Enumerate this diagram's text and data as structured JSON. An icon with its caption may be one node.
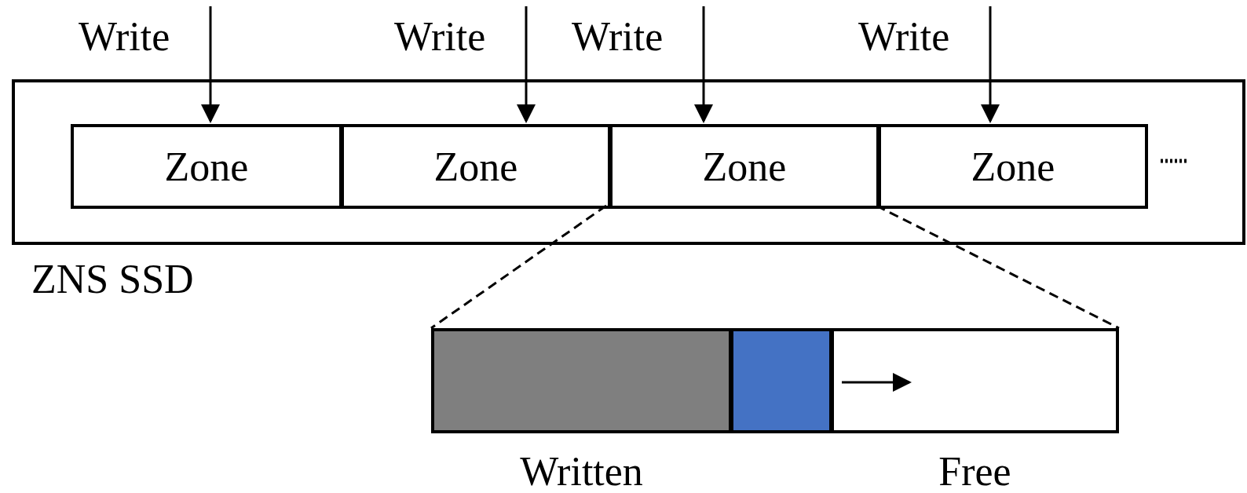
{
  "diagram": {
    "nodes": [
      {
        "text": [
          "Write"
        ]
      },
      {
        "text": [
          "Write"
        ]
      },
      {
        "text": [
          "Write"
        ]
      },
      {
        "text": [
          "Write"
        ]
      },
      {
        "text": [
          "ZNS SSD"
        ]
      },
      {
        "text": [
          "Zone"
        ],
        "in": 4
      },
      {
        "text": [
          "Zone"
        ],
        "in": 4
      },
      {
        "text": [
          "Zone"
        ],
        "in": 4
      },
      {
        "text": [
          "Zone"
        ],
        "in": 4
      },
      {
        "text": [],
        "shape": "bar"
      },
      {
        "text": [],
        "shape": "box",
        "beside": [
          "Written"
        ],
        "in": 9
      },
      {
        "text": [],
        "shape": "box",
        "in": 9
      },
      {
        "text": [],
        "shape": "box",
        "beside": [
          "Free"
        ],
        "in": 9
      }
    ],
    "edges": [
      {
        "from": 0,
        "to": 5,
        "arrow": "to"
      },
      {
        "from": 1,
        "to": 6,
        "arrow": "to"
      },
      {
        "from": 2,
        "to": 7,
        "arrow": "to"
      },
      {
        "from": 3,
        "to": 8,
        "arrow": "to"
      },
      {
        "from": 7,
        "to": 9,
        "arrow": "none",
        "style": "dashed"
      },
      {
        "from": 7,
        "to": 9,
        "arrow": "none",
        "style": "dashed"
      }
    ]
  }
}
